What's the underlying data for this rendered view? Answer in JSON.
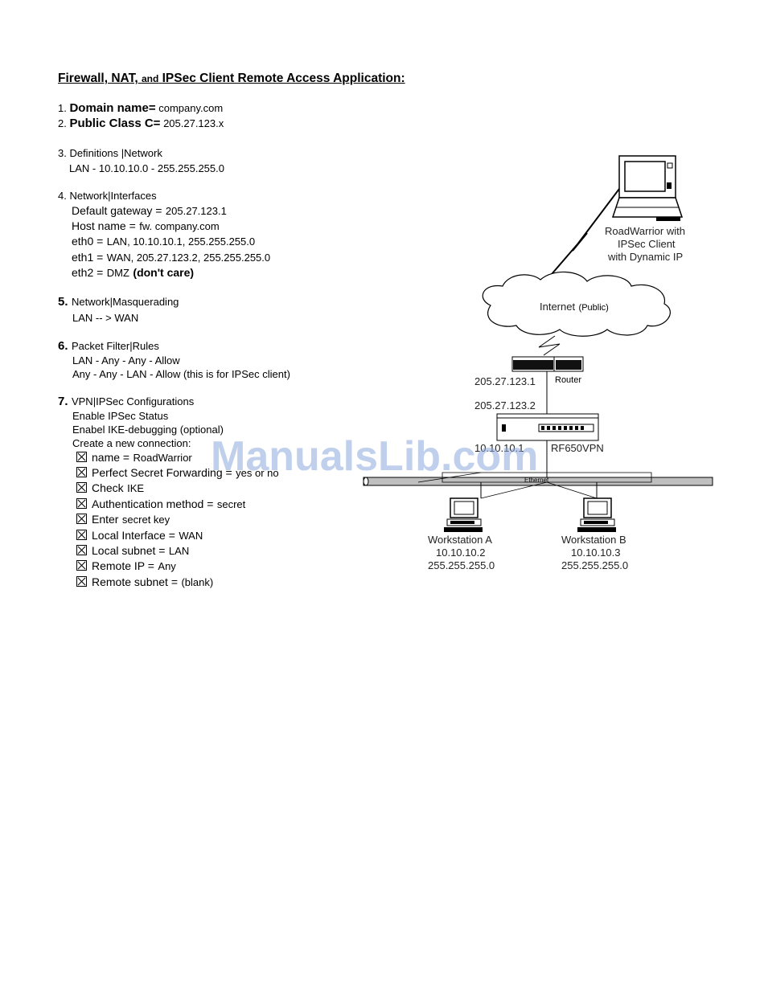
{
  "title": {
    "main": "Firewall, NAT,",
    "and": "and",
    "rest": "IPSec Client Remote Access Application:"
  },
  "items": {
    "i1": {
      "num": "1.",
      "label": "Domain name=",
      "value": "company.com"
    },
    "i2": {
      "num": "2.",
      "label": "Public Class C=",
      "value": "205.27.123.x"
    },
    "i3": {
      "head": "3. Definitions  |Network",
      "line1": "LAN  - 10.10.10.0 - 255.255.255.0"
    },
    "i4": {
      "head": "4. Network|Interfaces",
      "gw_label": "Default gateway =",
      "gw_value": "205.27.123.1",
      "host_label": "Host name =",
      "host_value": "fw. company.com",
      "eth0_label": "eth0 =",
      "eth0_value": "LAN, 10.10.10.1, 255.255.255.0",
      "eth1_label": "eth1 =",
      "eth1_value": "WAN, 205.27.123.2, 255.255.255.0",
      "eth2_label": "eth2 =",
      "eth2_value": "DMZ",
      "eth2_note": "(don't care)"
    },
    "i5": {
      "num": "5.",
      "head": "Network|Masquerading",
      "line1": "LAN  -- > WAN"
    },
    "i6": {
      "num": "6.",
      "head": "Packet Filter|Rules",
      "line1": "LAN - Any - Any - Allow",
      "line2": "Any - Any - LAN - Allow (this is for IPSec client)"
    },
    "i7": {
      "num": "7.",
      "head": "VPN|IPSec Configurations",
      "line1": "Enable IPSec Status",
      "line2": "Enabel IKE-debugging (optional)",
      "line3": "Create a new connection:",
      "checks": [
        {
          "label": "name =",
          "value": "RoadWarrior"
        },
        {
          "label": "Perfect Secret Forwarding =",
          "value": "yes or no"
        },
        {
          "label": "Check",
          "value": "IKE"
        },
        {
          "label": "Authentication method =",
          "value": "secret"
        },
        {
          "label": "Enter",
          "value": "secret key"
        },
        {
          "label": "Local Interface =",
          "value": "WAN"
        },
        {
          "label": "Local subnet =",
          "value": "LAN"
        },
        {
          "label": "Remote IP =",
          "value": "Any"
        },
        {
          "label": "Remote subnet =",
          "value": "(blank)"
        }
      ]
    }
  },
  "diagram": {
    "laptop_label_1": "RoadWarrior with",
    "laptop_label_2": "IPSec Client",
    "laptop_label_3": "with Dynamic IP",
    "cloud_label": "Internet",
    "cloud_sub": "(Public)",
    "router_label": "Router",
    "ip_router": "205.27.123.1",
    "ip_wan": "205.27.123.2",
    "ip_lan": "10.10.10.1",
    "device_label": "RF650VPN",
    "ethernet_label": "Ethernet",
    "ws_a": {
      "name": "Workstation A",
      "ip": "10.10.10.2",
      "mask": "255.255.255.0"
    },
    "ws_b": {
      "name": "Workstation B",
      "ip": "10.10.10.3",
      "mask": "255.255.255.0"
    }
  },
  "watermark": "ManualsLib.com"
}
